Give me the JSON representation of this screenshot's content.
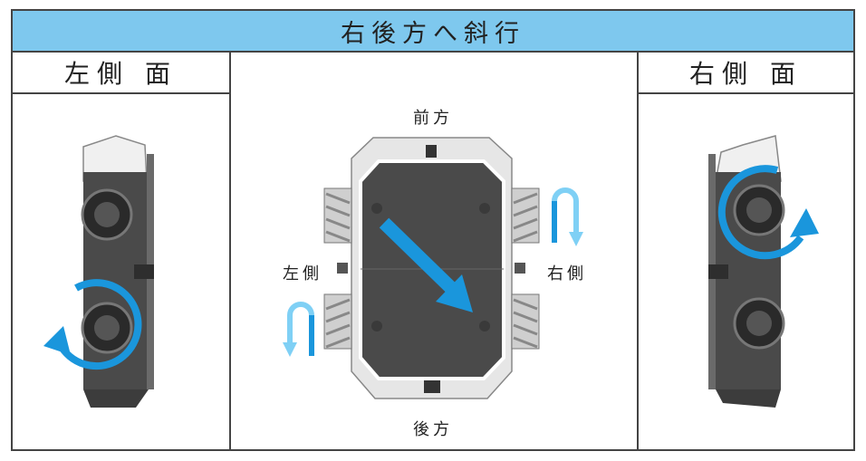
{
  "title": "右後方へ斜行",
  "panels": {
    "left": {
      "heading": "左側 面"
    },
    "center": {
      "front": "前方",
      "back": "後方",
      "left_side": "左側",
      "right_side": "右側"
    },
    "right": {
      "heading": "右側 面"
    }
  },
  "colors": {
    "title_background": "#7ec8ee",
    "arrow_dark": "#1a96dc",
    "arrow_light": "#7fd0f5",
    "robot_body": "#4a4a4a"
  }
}
